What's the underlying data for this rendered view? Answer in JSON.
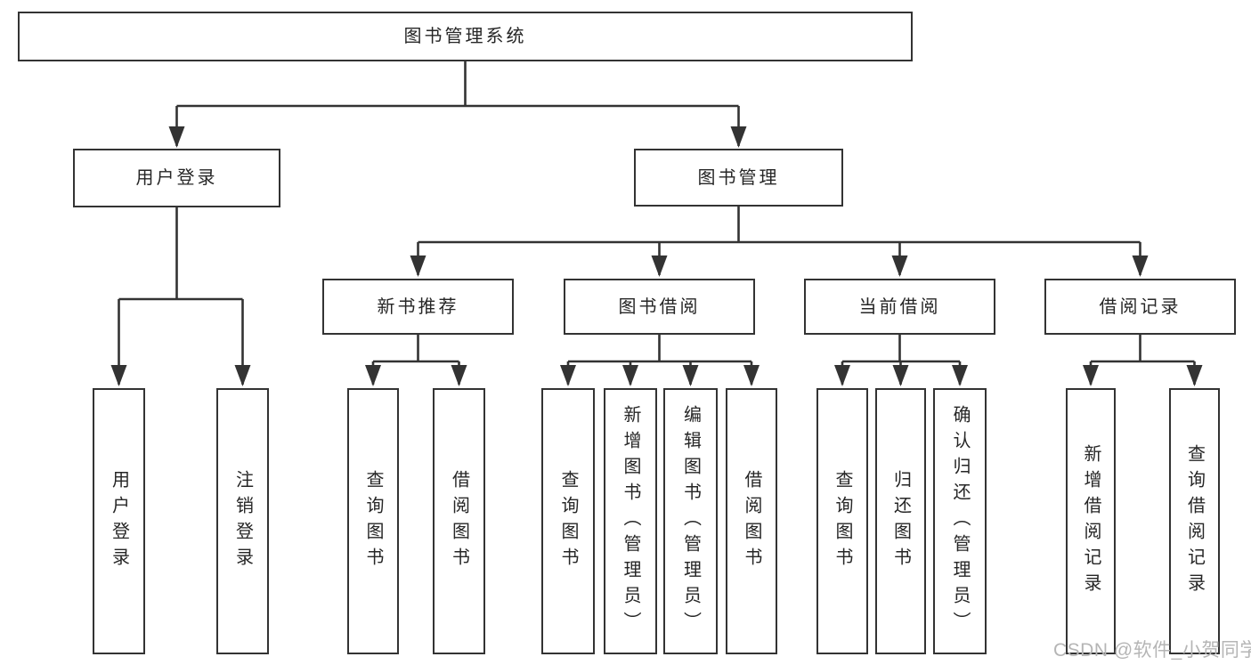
{
  "root": {
    "label": "图书管理系统"
  },
  "level2": [
    {
      "label": "用户登录",
      "parent": "图书管理系统"
    },
    {
      "label": "图书管理",
      "parent": "图书管理系统"
    }
  ],
  "level3": [
    {
      "label": "新书推荐",
      "parent": "图书管理"
    },
    {
      "label": "图书借阅",
      "parent": "图书管理"
    },
    {
      "label": "当前借阅",
      "parent": "图书管理"
    },
    {
      "label": "借阅记录",
      "parent": "图书管理"
    }
  ],
  "leaves": [
    {
      "label": "用户登录",
      "parent": "用户登录"
    },
    {
      "label": "注销登录",
      "parent": "用户登录"
    },
    {
      "label": "查询图书",
      "parent": "新书推荐"
    },
    {
      "label": "借阅图书",
      "parent": "新书推荐"
    },
    {
      "label": "查询图书",
      "parent": "图书借阅"
    },
    {
      "label": "新增图书（管理员）",
      "parent": "图书借阅"
    },
    {
      "label": "编辑图书（管理员）",
      "parent": "图书借阅"
    },
    {
      "label": "借阅图书",
      "parent": "图书借阅"
    },
    {
      "label": "查询图书",
      "parent": "当前借阅"
    },
    {
      "label": "归还图书",
      "parent": "当前借阅"
    },
    {
      "label": "确认归还（管理员）",
      "parent": "当前借阅"
    },
    {
      "label": "新增借阅记录",
      "parent": "借阅记录"
    },
    {
      "label": "查询借阅记录",
      "parent": "借阅记录"
    }
  ],
  "watermark": {
    "text": "CSDN @软件_小贺同学"
  },
  "colors": {
    "background": "#ffffff",
    "line": "#333333",
    "box_border": "#333333",
    "text": "#262626",
    "watermark": "#b5b5b5"
  }
}
